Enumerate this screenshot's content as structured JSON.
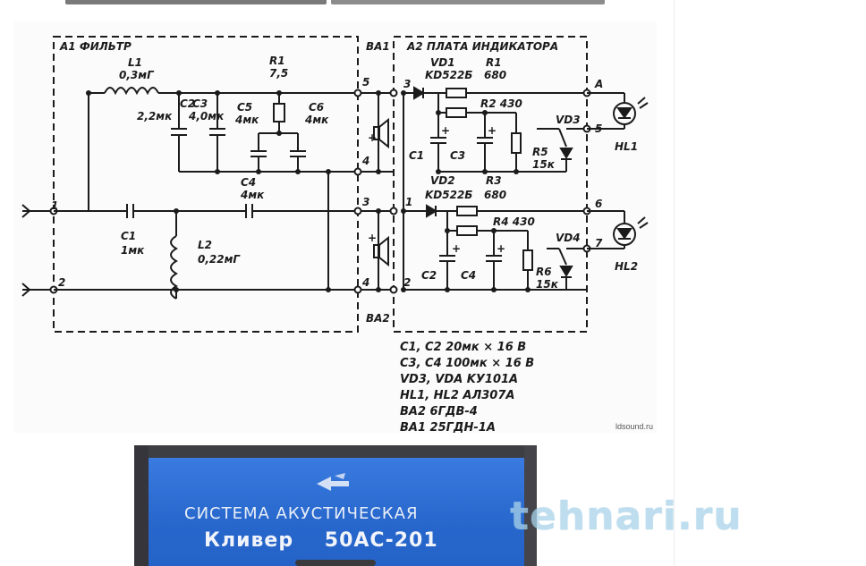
{
  "schematic": {
    "blocks": {
      "a1_title": "А1 ФИЛЬТР",
      "a2_title": "А2 ПЛАТА ИНДИКАТОРА"
    },
    "labels": {
      "l1_name": "L1",
      "l1_val": "0,3мГ",
      "c2_name": "C2",
      "c2_val": "2,2мк",
      "c3_name": "C3",
      "c3_val": "4,0мк",
      "r1_name": "R1",
      "r1_val": "7,5",
      "c5_name": "C5",
      "c5_val": "4мк",
      "c6_name": "C6",
      "c6_val": "4мк",
      "c4_name": "C4",
      "c4_val": "4мк",
      "c1_name": "C1",
      "c1_val": "1мк",
      "l2_name": "L2",
      "l2_val": "0,22мГ",
      "ba1": "BA1",
      "ba2": "BA2",
      "vd1_name": "VD1",
      "vd1_val": "KD522Б",
      "r1b_name": "R1",
      "r1b_val": "680",
      "r2": "R2 430",
      "vd3": "VD3",
      "r5_name": "R5",
      "r5_val": "15к",
      "hl1": "HL1",
      "c1b": "C1",
      "c3b": "C3",
      "vd2_name": "VD2",
      "vd2_val": "KD522Б",
      "r3_name": "R3",
      "r3_val": "680",
      "r4": "R4 430",
      "vd4": "VD4",
      "r6_name": "R6",
      "r6_val": "15к",
      "hl2": "HL2",
      "c2b": "C2",
      "c4b": "C4",
      "pin1": "1",
      "pin2": "2",
      "pin5a": "5",
      "pin4a": "4",
      "pin3a": "3",
      "pin4b": "4",
      "pin3b": "3",
      "pin1b": "1",
      "pin2b": "2",
      "pinA": "А",
      "pin5b": "5",
      "pin6": "6",
      "pin7": "7",
      "plus": "+"
    },
    "parts_list": [
      "C1, C2  20мк × 16 В",
      "C3, C4  100мк × 16 В",
      "VD3, VDA  KУ101А",
      "HL1, HL2  АЛ307А",
      "ВА2  6ГДВ-4",
      "ВА1  25ГДН-1А"
    ],
    "credit": "ldsound.ru"
  },
  "photo": {
    "line1": "СИСТЕМА АКУСТИЧЕСКАЯ",
    "line2_brand": "Кливер",
    "line2_model": "50АС-201"
  },
  "watermark": "tehnari.ru",
  "colors": {
    "ink": "#1b1b1b",
    "label_blue": "#2a6fd6",
    "watermark": "#a9d3ea"
  }
}
